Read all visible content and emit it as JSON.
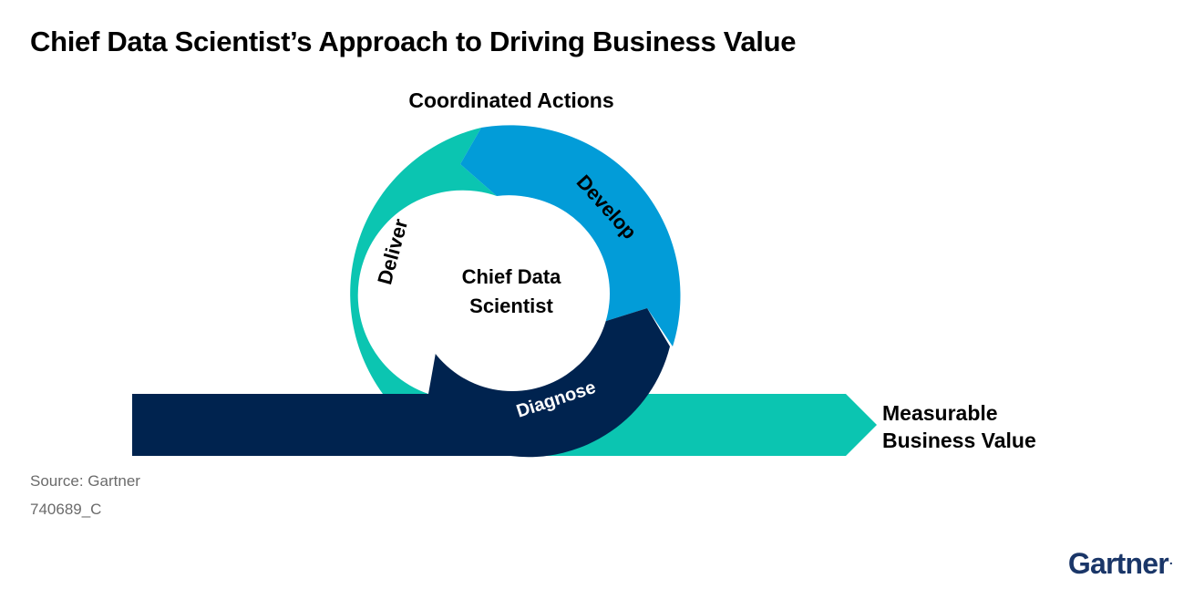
{
  "title": "Chief Data Scientist’s Approach to Driving Business Value",
  "diagram": {
    "top_label": "Coordinated Actions",
    "center_label_line1": "Chief Data",
    "center_label_line2": "Scientist",
    "segments": {
      "deliver": "Deliver",
      "develop": "Develop",
      "diagnose": "Diagnose"
    },
    "outcome_line1": "Measurable",
    "outcome_line2": "Business Value"
  },
  "colors": {
    "teal": "#0bc5b1",
    "blue": "#029cd8",
    "navy": "#00234f",
    "logo": "#1a3668"
  },
  "footer": {
    "source": "Source: Gartner",
    "code": "740689_C",
    "logo": "Gartner",
    "logo_mark": "."
  }
}
